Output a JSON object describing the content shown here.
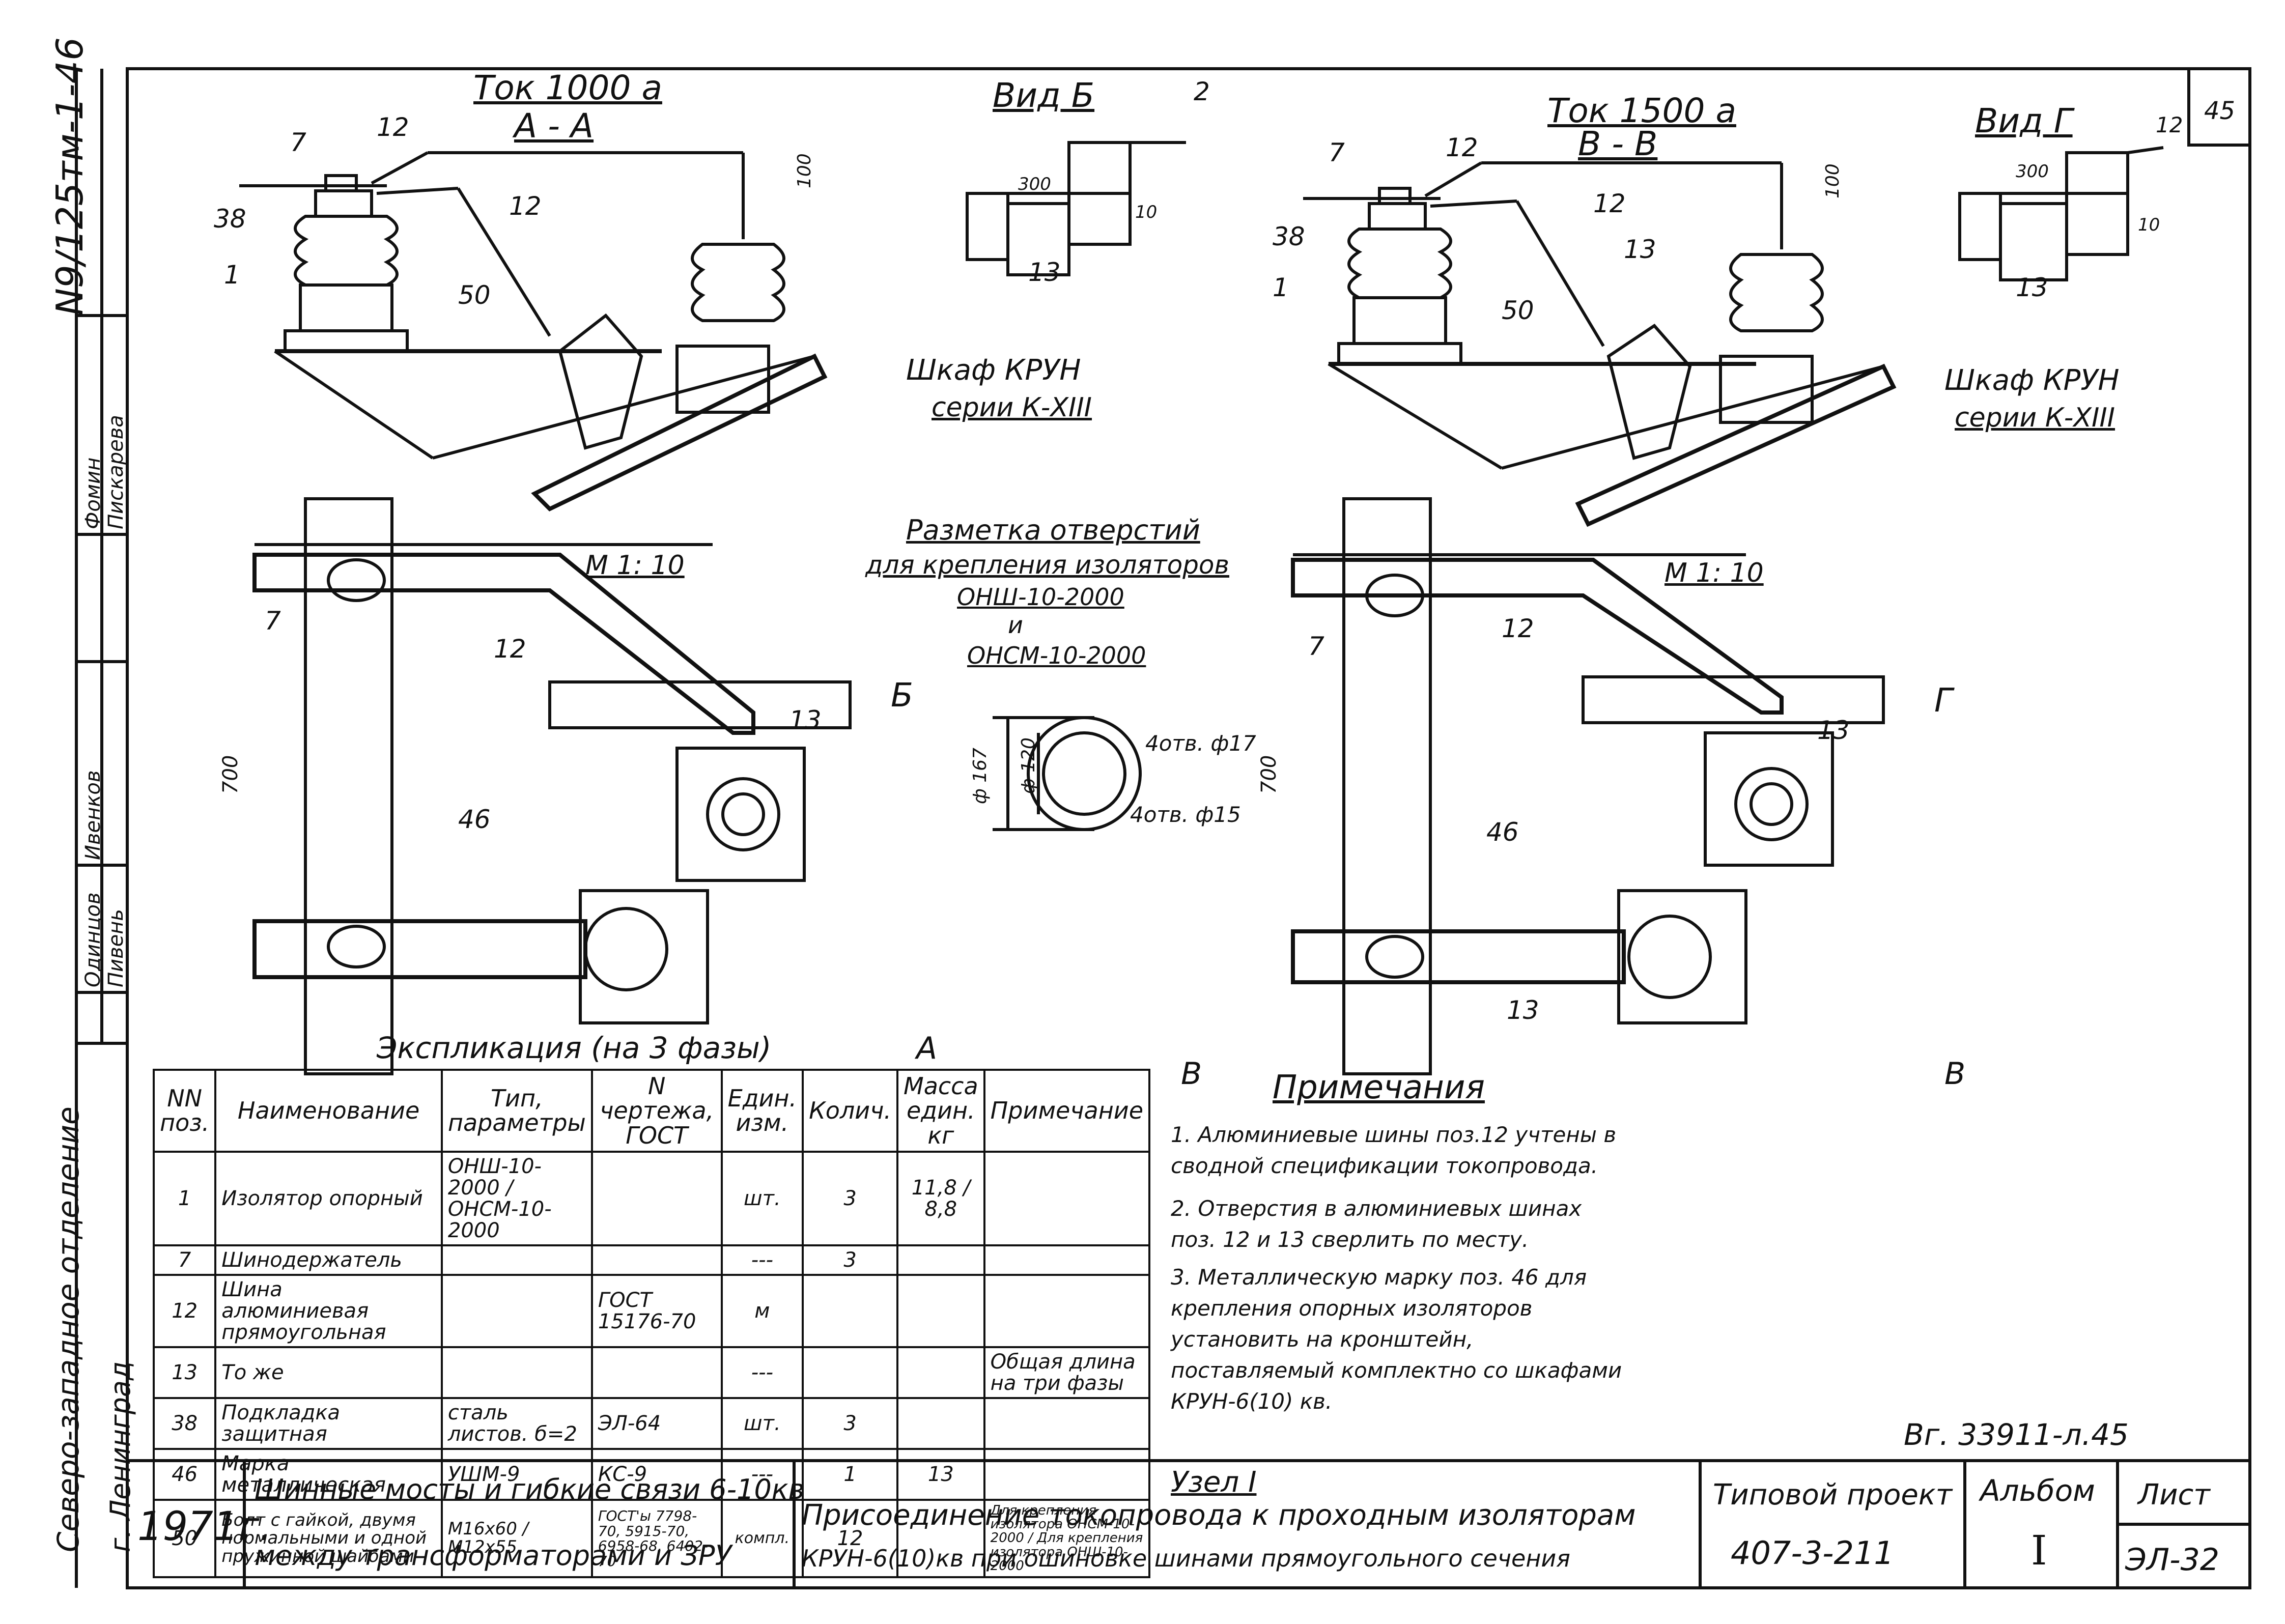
{
  "border_texts": {
    "drawing_number_vertical": "N9/125тм-1-46",
    "organization": "Северо-западное отделение",
    "city": "г. Ленинград",
    "signature_names": [
      "Фомин",
      "Пискарева",
      "Ивенков",
      "Пивень",
      "Одинцов"
    ]
  },
  "views": {
    "left_section_title": "Ток 1000 а",
    "left_section_letters": "А - А",
    "view_b_title": "Вид Б",
    "right_section_title": "Ток 1500 а",
    "right_section_letters": "В - В",
    "view_g_title": "Вид Г",
    "cabinet_label_line1": "Шкаф КРУН",
    "cabinet_label_line2": "серии К-XIII",
    "scale_label": "М 1: 10",
    "arrow_b": "Б",
    "arrow_g": "Г",
    "arrow_a": "А",
    "arrow_v": "В"
  },
  "holes": {
    "title_line1": "Разметка отверстий",
    "title_line2": "для крепления изоляторов",
    "title_line3": "ОНШ-10-2000",
    "title_line4": "и",
    "title_line5": "ОНСМ-10-2000",
    "dim_outer": "ф 167",
    "dim_inner": "ф 120",
    "holes_a": "4отв. ф17",
    "holes_b": "4отв. ф15"
  },
  "callouts": {
    "left_top": [
      "7",
      "12",
      "12",
      "38",
      "1",
      "50"
    ],
    "left_plan": [
      "7",
      "12",
      "13",
      "46"
    ],
    "right_top": [
      "7",
      "12",
      "12",
      "13",
      "38",
      "1",
      "50"
    ],
    "right_plan": [
      "7",
      "12",
      "13",
      "46",
      "13"
    ],
    "view_b": [
      "2",
      "13"
    ],
    "view_g": [
      "12",
      "13"
    ],
    "dims": [
      "100",
      "300",
      "10",
      "700",
      "700",
      "100",
      "300",
      "10"
    ]
  },
  "spec_table": {
    "title": "Экспликация (на 3 фазы)",
    "headers": [
      "NN поз.",
      "Наименование",
      "Тип, параметры",
      "N чертежа, ГОСТ",
      "Един. изм.",
      "Колич.",
      "Масса един. кг",
      "Примечание"
    ],
    "rows": [
      {
        "pos": "1",
        "name": "Изолятор опорный",
        "type": "ОНШ-10-2000 / ОНСМ-10-2000",
        "doc": "",
        "unit": "шт.",
        "qty": "3",
        "mass": "11,8 / 8,8",
        "note": ""
      },
      {
        "pos": "7",
        "name": "Шинодержатель",
        "type": "",
        "doc": "",
        "unit": "---",
        "qty": "3",
        "mass": "",
        "note": ""
      },
      {
        "pos": "12",
        "name": "Шина алюминиевая прямоугольная",
        "type": "",
        "doc": "ГОСТ 15176-70",
        "unit": "м",
        "qty": "",
        "mass": "",
        "note": ""
      },
      {
        "pos": "13",
        "name": "То же",
        "type": "",
        "doc": "",
        "unit": "---",
        "qty": "",
        "mass": "",
        "note": "Общая длина на три фазы"
      },
      {
        "pos": "38",
        "name": "Подкладка защитная",
        "type": "сталь листов. б=2",
        "doc": "ЭЛ-64",
        "unit": "шт.",
        "qty": "3",
        "mass": "",
        "note": ""
      },
      {
        "pos": "46",
        "name": "Марка металлическая",
        "type": "УШМ-9",
        "doc": "КС-9",
        "unit": "---",
        "qty": "1",
        "mass": "13",
        "note": ""
      },
      {
        "pos": "50",
        "name": "Болт с гайкой, двумя нормальными и одной пружинной шайбами",
        "type": "М16х60 / М12х55",
        "doc": "ГОСТ'ы 7798-70, 5915-70, 6958-68, 6402-70",
        "unit": "компл.",
        "qty": "12",
        "mass": "",
        "note": "Для крепления изолятора ОНСМ-10-2000 / Для крепления изолятора ОНШ-10-2000"
      }
    ]
  },
  "notes": {
    "title": "Примечания",
    "items": [
      "1. Алюминиевые шины поз.12 учтены в сводной спецификации токопровода.",
      "2. Отверстия в алюминиевых шинах поз. 12 и 13 сверлить по месту.",
      "3. Металлическую марку поз. 46 для крепления опорных изоляторов установить на кронштейн, поставляемый комплектно со шкафами КРУН-6(10) кв."
    ]
  },
  "stamp": {
    "ref": "Вг. 33911-л.45",
    "year": "1971г.",
    "project_title_1": "Шинные мосты и гибкие связи 6-10кв",
    "project_title_2": "между трансформаторами и ЗРУ",
    "node": "Узел I",
    "sheet_title_1": "Присоединение токопровода к проходным изоляторам",
    "sheet_title_2": "КРУН-6(10)кв при ошиновке шинами прямоугольного сечения",
    "typical_project_label": "Типовой проект",
    "typical_project_number": "407-3-211",
    "album_label": "Альбом",
    "album_number": "I",
    "sheet_label": "Лист",
    "sheet_number": "ЭЛ-32",
    "corner_number": "45"
  }
}
